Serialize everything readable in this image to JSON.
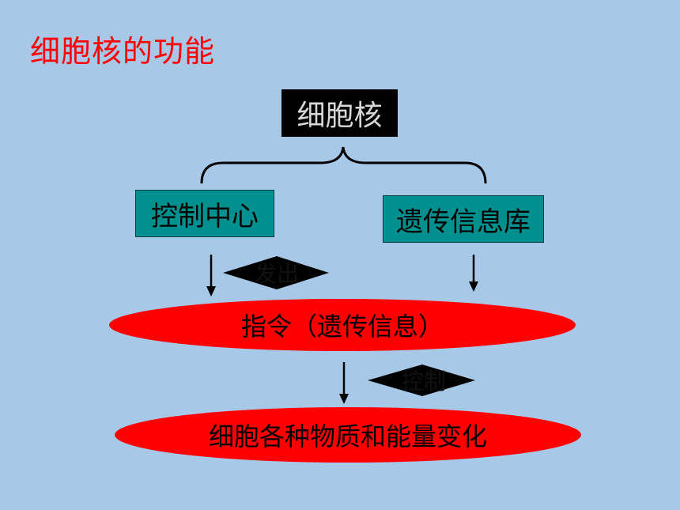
{
  "title": "细胞核的功能",
  "nodes": {
    "root": "细胞核",
    "left": "控制中心",
    "right": "遗传信息库",
    "middle": "指令（遗传信息）",
    "bottom": "细胞各种物质和能量变化"
  },
  "edge_labels": {
    "issue": "发出",
    "control": "控制"
  },
  "colors": {
    "background": "#a8c8e8",
    "title": "#ff0000",
    "root_box": "#000000",
    "teal_box": "#009090",
    "ellipse": "#ff0000"
  }
}
